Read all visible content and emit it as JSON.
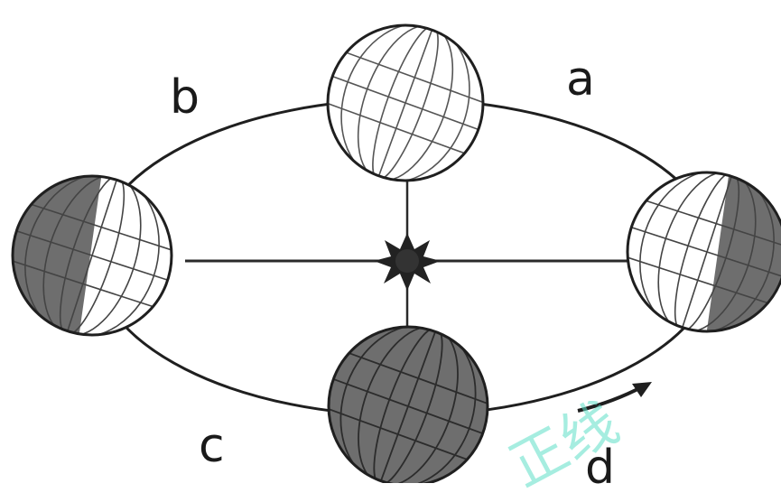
{
  "labels": {
    "a": "a",
    "b": "b",
    "c": "c",
    "d": "d"
  },
  "colors": {
    "line": "#1f1f1f",
    "night": "#6e6e6e",
    "day": "#ffffff",
    "sun": "#222222"
  },
  "earths": [
    {
      "id": "top",
      "lit": "full"
    },
    {
      "id": "left",
      "lit": "right-half"
    },
    {
      "id": "right",
      "lit": "left-half"
    },
    {
      "id": "bottom",
      "lit": "none"
    }
  ],
  "sun": {
    "icon": "sun-star-icon"
  },
  "orbit_arrow": {
    "icon": "orbit-direction-arrow-icon"
  }
}
